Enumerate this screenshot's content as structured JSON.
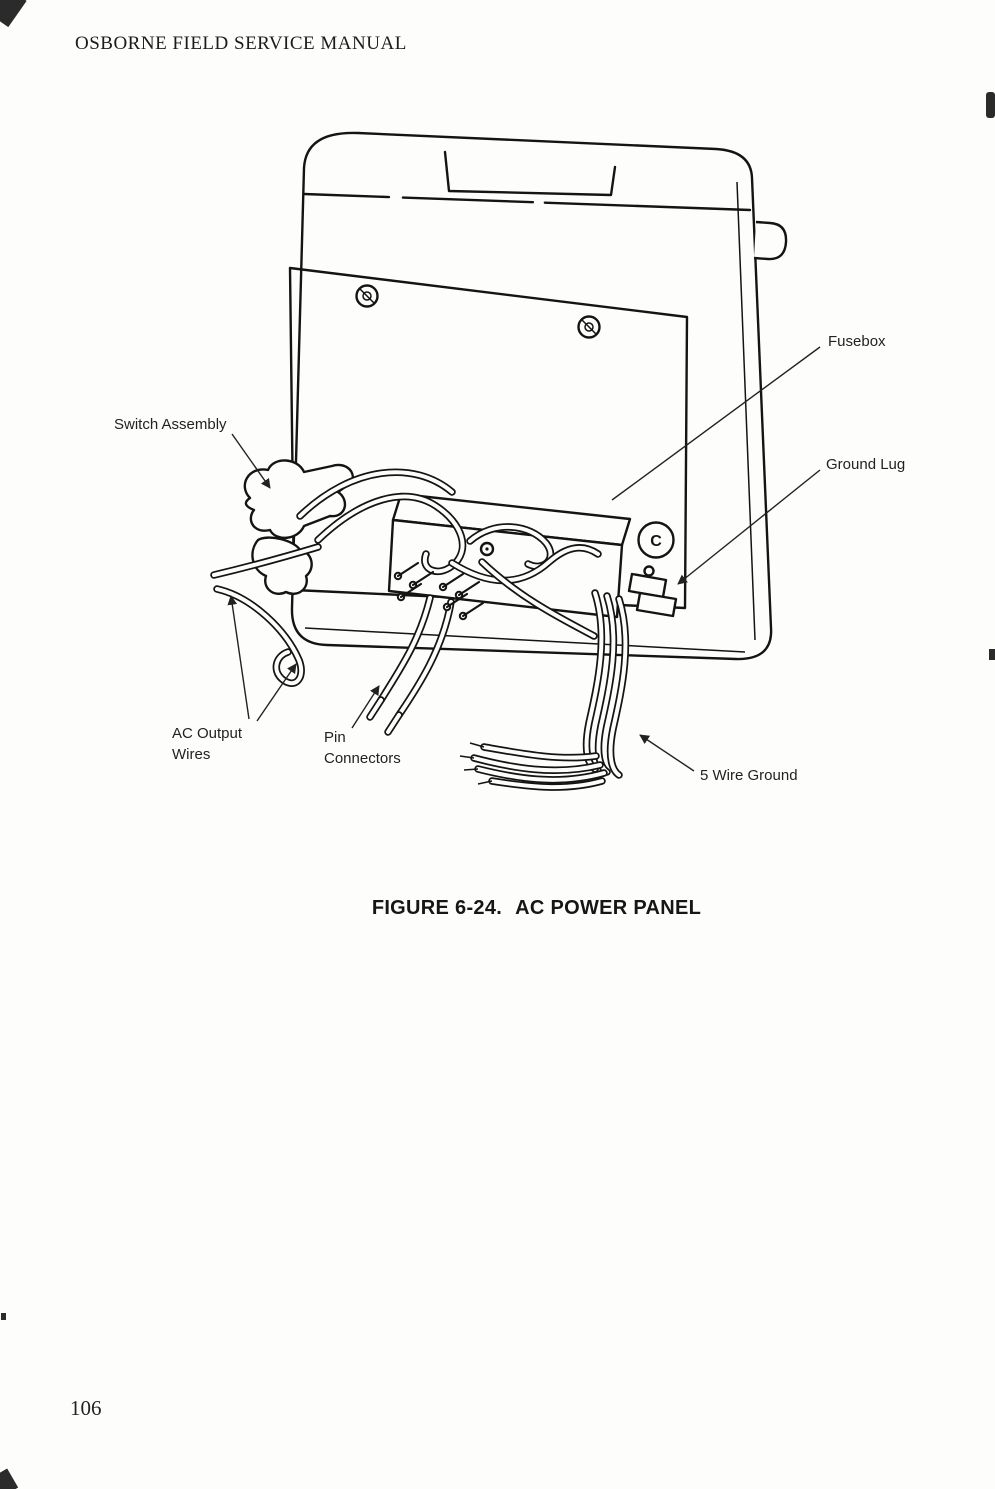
{
  "page": {
    "header_title": "OSBORNE FIELD SERVICE MANUAL",
    "page_number": "106"
  },
  "figure": {
    "caption_number": "FIGURE 6-24.",
    "caption_title": "AC POWER PANEL",
    "panel_letter": "C",
    "labels": {
      "fusebox": "Fusebox",
      "switch_assembly": "Switch Assembly",
      "ground_lug": "Ground Lug",
      "ac_output_line1": "AC Output",
      "ac_output_line2": "Wires",
      "pin_connectors_line1": "Pin",
      "pin_connectors_line2": "Connectors",
      "five_wire_ground": "5 Wire Ground"
    }
  }
}
